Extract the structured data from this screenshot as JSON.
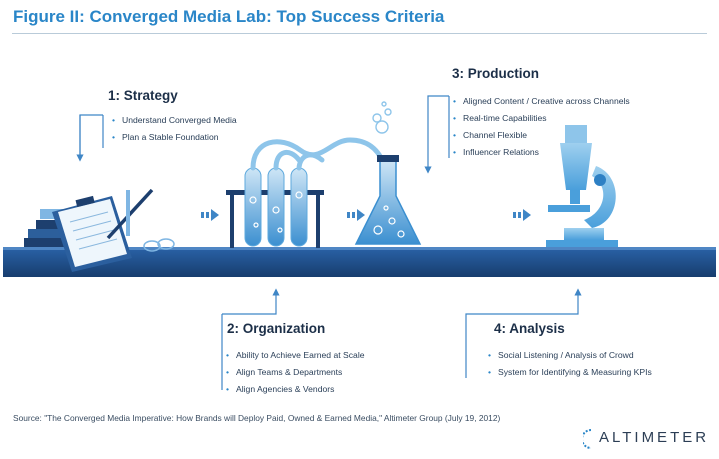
{
  "title": "Figure II: Converged Media Lab: Top Success Criteria",
  "strategy": {
    "heading": "1: Strategy",
    "items": [
      "Understand Converged Media",
      "Plan a Stable Foundation"
    ]
  },
  "production": {
    "heading": "3: Production",
    "items": [
      "Aligned Content / Creative across Channels",
      "Real-time Capabilities",
      "Channel Flexible",
      "Influencer Relations"
    ]
  },
  "organization": {
    "heading": "2: Organization",
    "items": [
      "Ability to Achieve Earned at Scale",
      "Align Teams & Departments",
      "Align Agencies & Vendors"
    ]
  },
  "analysis": {
    "heading": "4: Analysis",
    "items": [
      "Social Listening / Analysis of Crowd",
      "System for Identifying & Measuring KPIs"
    ]
  },
  "source": "Source: \"The Converged Media Imperative: How Brands will Deploy Paid, Owned & Earned Media,\" Altimeter Group (July 19, 2012)",
  "logo": "ALTIMETER",
  "colors": {
    "accent": "#2a86c8",
    "dark_blue": "#1d3f6e",
    "light_blue": "#8ec5ea",
    "text": "#1c2f48"
  },
  "icons": [
    "clipboard-icon",
    "books-icon",
    "test-tubes-icon",
    "flask-icon",
    "microscope-icon",
    "arrow-icon"
  ]
}
